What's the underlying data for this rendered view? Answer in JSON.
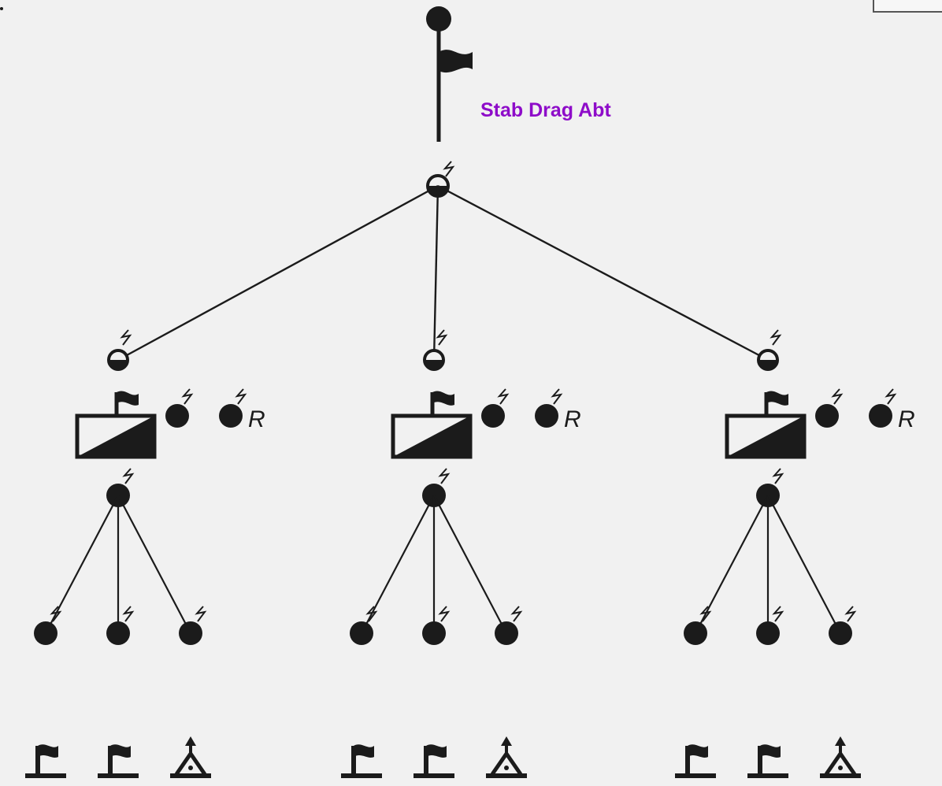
{
  "label": "Stab Drag Abt",
  "radio_marker": "R",
  "colors": {
    "label": "#8e0cc9",
    "ink": "#1b1b1b",
    "paper": "#f1f1f1"
  },
  "diagram": {
    "hq": {
      "symbol": "flag-pole-icon",
      "name": "headquarters"
    },
    "branches": 3,
    "leaves_per_branch": [
      "flag-icon",
      "flag-icon",
      "observation-post-icon"
    ]
  }
}
